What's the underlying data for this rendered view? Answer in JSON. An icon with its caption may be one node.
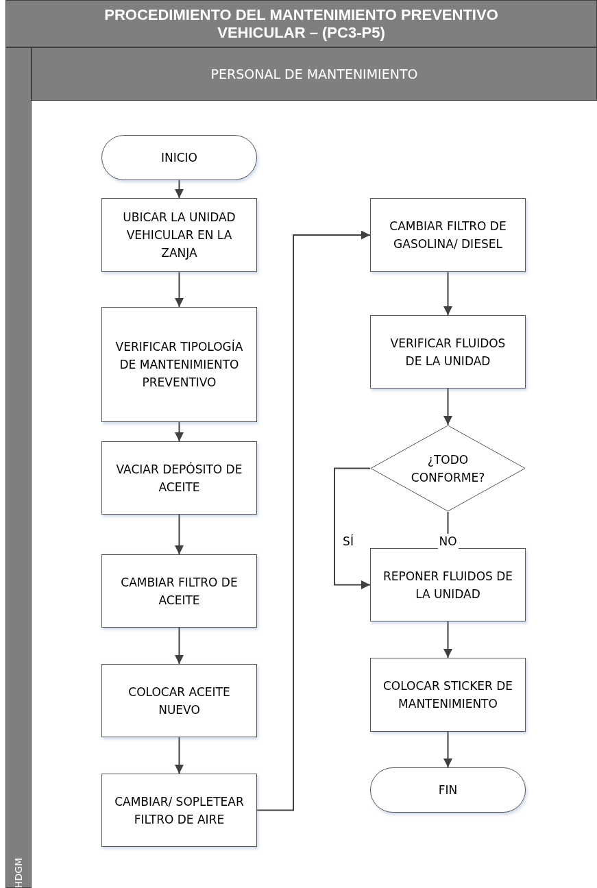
{
  "diagram": {
    "title": "PROCEDIMIENTO DEL MANTENIMIENTO PREVENTIVO VEHICULAR – (PC3-P5)",
    "nodes": [
      {
        "text": [
          "PERSONAL DE MANTENIMIENTO"
        ]
      },
      {
        "text": [
          "INICIO"
        ],
        "in": 0
      },
      {
        "text": [
          "UBICAR LA UNIDAD VEHICULAR EN LA ZANJA"
        ],
        "in": 0
      },
      {
        "text": [
          "VERIFICAR TIPOLOGÍA DE MANTENIMIENTO PREVENTIVO"
        ],
        "in": 0
      },
      {
        "text": [
          "VACIAR DEPÓSITO DE ACEITE"
        ],
        "in": 0
      },
      {
        "text": [
          "CAMBIAR FILTRO DE ACEITE"
        ],
        "in": 0
      },
      {
        "text": [
          "COLOCAR ACEITE NUEVO"
        ],
        "in": 0
      },
      {
        "text": [
          "CAMBIAR/ SOPLETEAR FILTRO DE AIRE"
        ],
        "in": 0
      },
      {
        "text": [
          "CAMBIAR FILTRO DE GASOLINA/ DIESEL"
        ],
        "in": 0
      },
      {
        "text": [
          "VERIFICAR FLUIDOS DE LA UNIDAD"
        ],
        "in": 0
      },
      {
        "text": [
          "¿TODO CONFORME?"
        ],
        "in": 0
      },
      {
        "text": [
          "REPONER FLUIDOS DE LA UNIDAD"
        ],
        "in": 0
      },
      {
        "text": [
          "COLOCAR STICKER DE MANTENIMIENTO"
        ],
        "in": 0
      },
      {
        "text": [
          "FIN"
        ],
        "in": 0
      }
    ],
    "edges": [
      {
        "from": 1,
        "to": 2,
        "arrow": "to"
      },
      {
        "from": 2,
        "to": 3,
        "arrow": "to"
      },
      {
        "from": 3,
        "to": 4,
        "arrow": "to"
      },
      {
        "from": 4,
        "to": 5,
        "arrow": "to"
      },
      {
        "from": 5,
        "to": 6,
        "arrow": "to"
      },
      {
        "from": 6,
        "to": 7,
        "arrow": "to"
      },
      {
        "from": 7,
        "to": 8,
        "arrow": "to"
      },
      {
        "from": 8,
        "to": 9,
        "arrow": "to"
      },
      {
        "from": 9,
        "to": 10,
        "arrow": "to"
      },
      {
        "from": 10,
        "to": 11,
        "arrow": "to",
        "label": "NO"
      },
      {
        "from": 10,
        "to": 11,
        "arrow": "to",
        "label": "SÍ"
      },
      {
        "from": 11,
        "to": 12,
        "arrow": "to"
      },
      {
        "from": 12,
        "to": 13,
        "arrow": "to"
      }
    ],
    "labels": [
      "HDGM"
    ]
  }
}
